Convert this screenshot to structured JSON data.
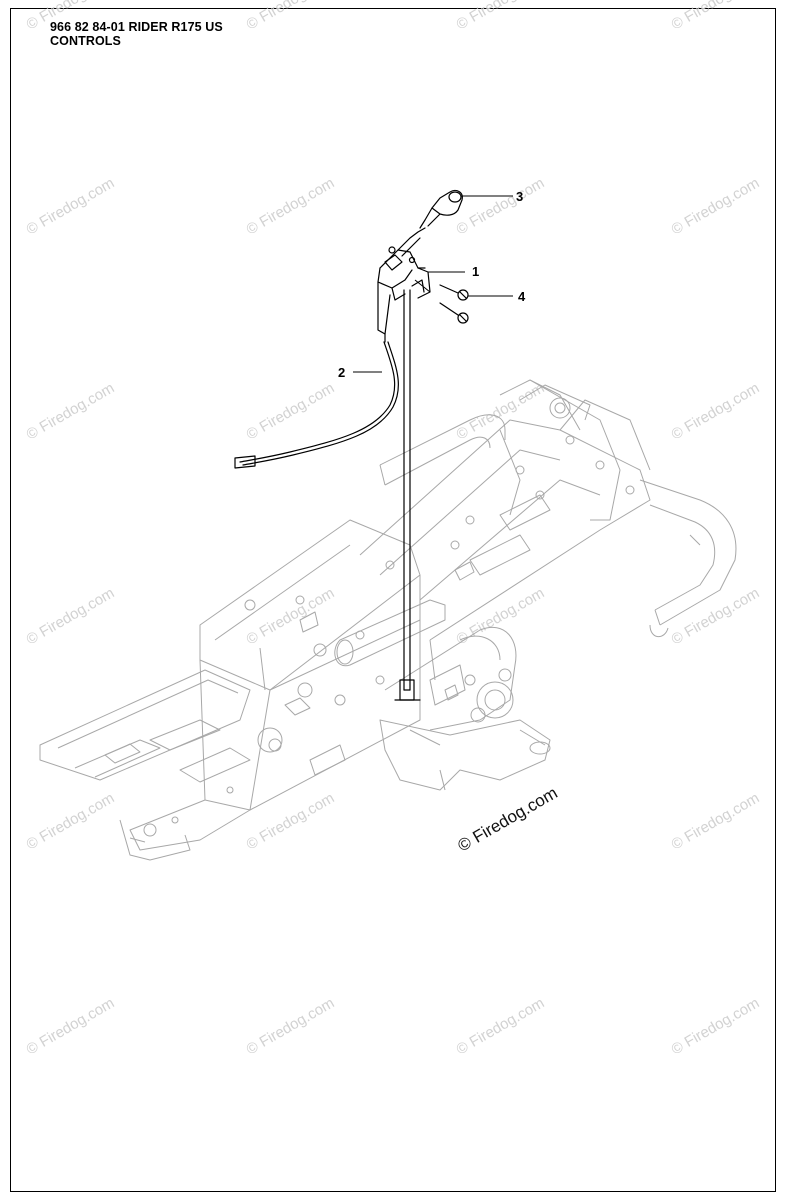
{
  "header": {
    "line1": "966 82 84-01 RIDER R175 US",
    "line2": "CONTROLS"
  },
  "callouts": [
    {
      "id": "1",
      "label": "1"
    },
    {
      "id": "2",
      "label": "2"
    },
    {
      "id": "3",
      "label": "3"
    },
    {
      "id": "4",
      "label": "4"
    }
  ],
  "watermark": {
    "text": "© Firedog.com",
    "center_text": "© Firedog.com"
  },
  "colors": {
    "line": "#000000",
    "frame_ghost": "#a8a8a8",
    "watermark": "#d2d2d2"
  }
}
